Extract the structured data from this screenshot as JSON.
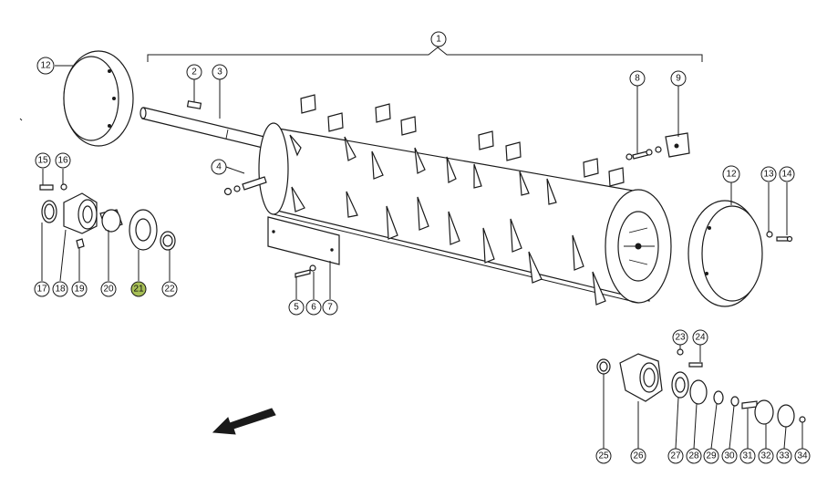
{
  "diagram": {
    "highlight_color": "#a7bf56",
    "callouts": {
      "c1": "1",
      "c2": "2",
      "c3": "3",
      "c4": "4",
      "c5": "5",
      "c6": "6",
      "c7": "7",
      "c8": "8",
      "c9": "9",
      "c12a": "12",
      "c12b": "12",
      "c13": "13",
      "c14": "14",
      "c15": "15",
      "c16": "16",
      "c17": "17",
      "c18": "18",
      "c19": "19",
      "c20": "20",
      "c21": "21",
      "c22": "22",
      "c23": "23",
      "c24": "24",
      "c25": "25",
      "c26": "26",
      "c27": "27",
      "c28": "28",
      "c29": "29",
      "c30": "30",
      "c31": "31",
      "c32": "32",
      "c33": "33",
      "c34": "34"
    },
    "highlighted_part": "21",
    "direction_icon": "arrow-down-left-icon"
  }
}
